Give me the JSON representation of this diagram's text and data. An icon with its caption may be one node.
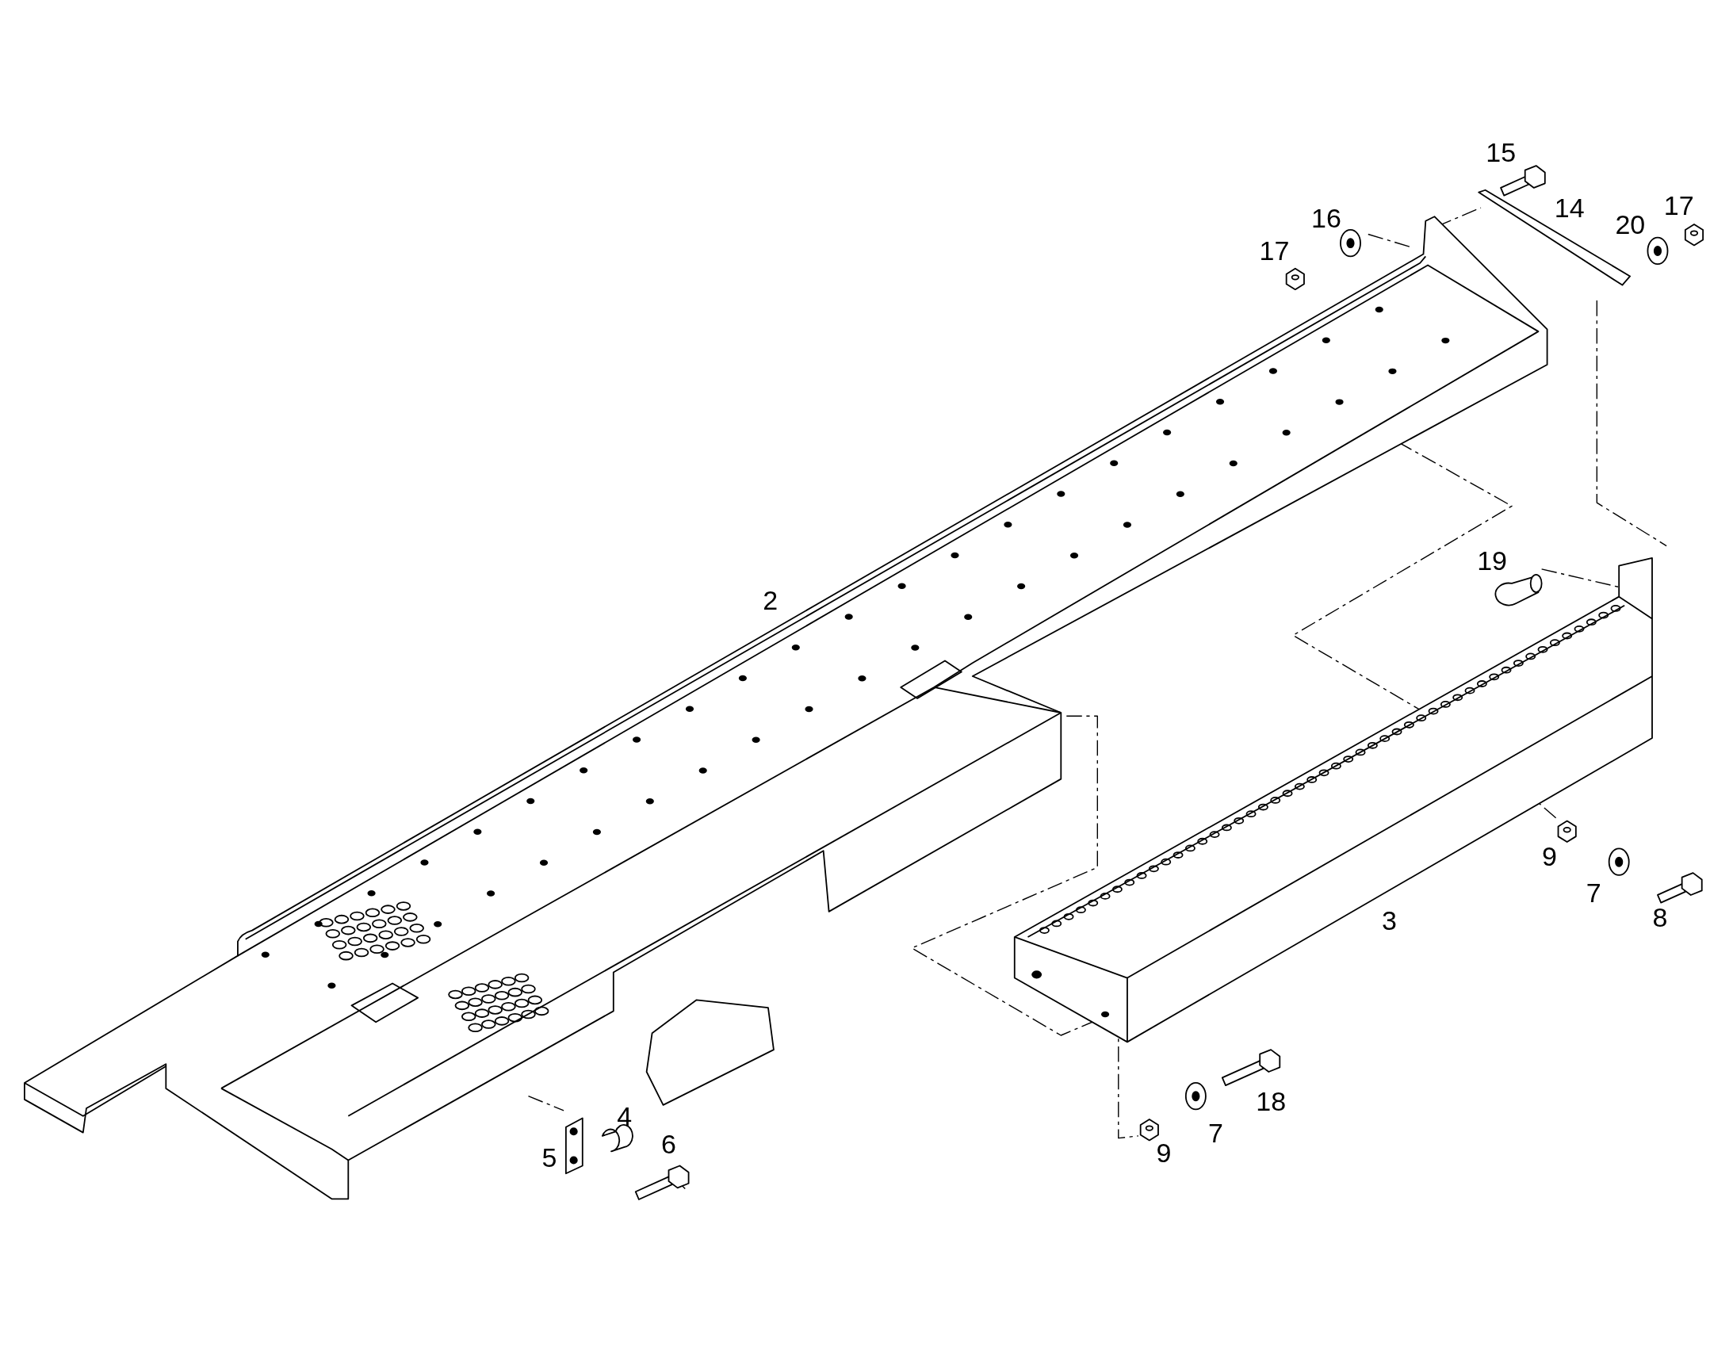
{
  "diagram": {
    "labels": [
      "15",
      "17",
      "14",
      "16",
      "20",
      "17",
      "19",
      "2",
      "9",
      "7",
      "3",
      "8",
      "18",
      "4",
      "7",
      "6",
      "9",
      "5"
    ]
  }
}
